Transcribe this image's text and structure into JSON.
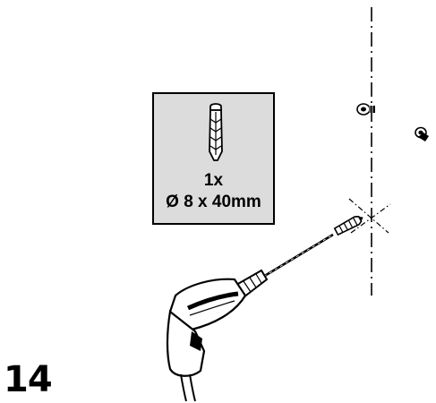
{
  "step": {
    "number": "14"
  },
  "part": {
    "quantity": "1x",
    "size": "Ø 8 x 40mm",
    "icon": "wall-plug-icon"
  },
  "illustration": {
    "tool": "drill-icon",
    "items": [
      "screw-icon",
      "screw-icon",
      "wall-plug-icon"
    ]
  }
}
